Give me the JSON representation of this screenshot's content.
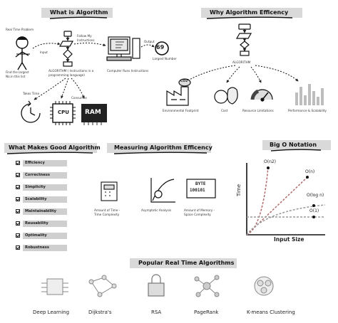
{
  "sections": {
    "what": {
      "title": "What is Algorithm"
    },
    "why": {
      "title": "Why Algorithm Efficency"
    },
    "good": {
      "title": "What Makes Good Algorithm"
    },
    "measure": {
      "title": "Measuring Algorithm Efficency"
    },
    "bigo": {
      "title": "Big O Notation"
    },
    "popular": {
      "title": "Popular Real Time Algorithms"
    }
  },
  "what": {
    "problem": "Real Time Problem",
    "find_largest_1": "Find the largest",
    "find_largest_2": "No.in this list",
    "input": "Input",
    "follow_1": "Follow My",
    "follow_2": "Instructions",
    "output": "Output",
    "algo_1": "ALGORITHM ( Instructions in a",
    "algo_2": "programming language)",
    "computer": "Computer Runs Instructions",
    "largest_value": "69",
    "largest_label": "Largest Number",
    "takes_time": "Takes Time",
    "consumes": "Consumes",
    "cpu": "CPU",
    "ram": "RAM"
  },
  "why": {
    "algorithm": "ALGORITHM",
    "co2": "CO2",
    "impacts": [
      "Environmental Footprint",
      "Cost",
      "Resource Limitations",
      "Performance & Scalability"
    ]
  },
  "good": {
    "criteria": [
      "Efficiency",
      "Correctness",
      "Simplicity",
      "Scalability",
      "Maintainability",
      "Reusability",
      "Optimality",
      "Robustness"
    ]
  },
  "measure": {
    "time_1": "Amount of Time -",
    "time_2": "Time Complexity",
    "asymptotic": "Asymptotic Analysis",
    "space_1": "Amount of Memory -",
    "space_2": "Space Complexity",
    "byte_1": "BYTE",
    "byte_2": "100101"
  },
  "bigo": {
    "ylabel": "Time",
    "xlabel": "Input Size",
    "curves": [
      {
        "label": "O(n2)"
      },
      {
        "label": "O(n)"
      },
      {
        "label": "O(log n)"
      },
      {
        "label": "O(1)"
      }
    ]
  },
  "popular": {
    "algorithms": [
      "Deep Learning",
      "Dijkstra's",
      "RSA",
      "PageRank",
      "K-means Clustering"
    ]
  },
  "colors": {
    "ink": "#222222",
    "chip": "#cfcfcf",
    "curve_red": "#b06a6a",
    "curve_gray": "#9a9a9a",
    "axis_red": "#c05050"
  }
}
